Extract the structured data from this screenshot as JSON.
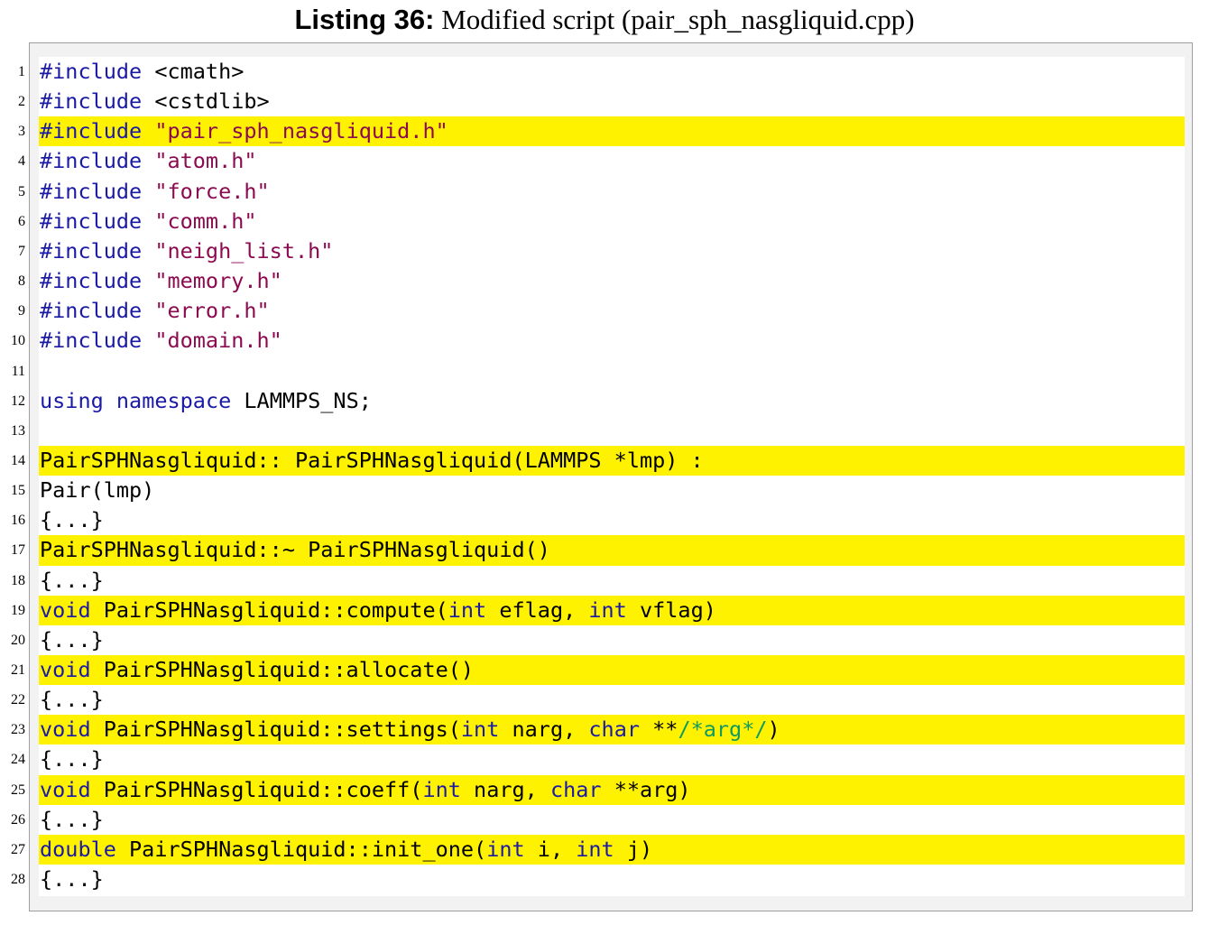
{
  "caption": {
    "label": "Listing 36:",
    "text": "Modified script (pair_sph_nasgliquid.cpp)"
  },
  "colors": {
    "highlight": "#fff200",
    "keyword": "#1a1aa6",
    "string": "#8b0a50",
    "comment": "#119962",
    "frame_background": "#f2f2f2"
  },
  "code_lines": [
    {
      "n": "1",
      "hl": false,
      "tokens": [
        {
          "t": "kw",
          "v": "#include"
        },
        {
          "t": "p",
          "v": " <cmath>"
        }
      ]
    },
    {
      "n": "2",
      "hl": false,
      "tokens": [
        {
          "t": "kw",
          "v": "#include"
        },
        {
          "t": "p",
          "v": " <cstdlib>"
        }
      ]
    },
    {
      "n": "3",
      "hl": true,
      "tokens": [
        {
          "t": "kw",
          "v": "#include"
        },
        {
          "t": "p",
          "v": " "
        },
        {
          "t": "str",
          "v": "\"pair_sph_nasgliquid.h\""
        }
      ]
    },
    {
      "n": "4",
      "hl": false,
      "tokens": [
        {
          "t": "kw",
          "v": "#include"
        },
        {
          "t": "p",
          "v": " "
        },
        {
          "t": "str",
          "v": "\"atom.h\""
        }
      ]
    },
    {
      "n": "5",
      "hl": false,
      "tokens": [
        {
          "t": "kw",
          "v": "#include"
        },
        {
          "t": "p",
          "v": " "
        },
        {
          "t": "str",
          "v": "\"force.h\""
        }
      ]
    },
    {
      "n": "6",
      "hl": false,
      "tokens": [
        {
          "t": "kw",
          "v": "#include"
        },
        {
          "t": "p",
          "v": " "
        },
        {
          "t": "str",
          "v": "\"comm.h\""
        }
      ]
    },
    {
      "n": "7",
      "hl": false,
      "tokens": [
        {
          "t": "kw",
          "v": "#include"
        },
        {
          "t": "p",
          "v": " "
        },
        {
          "t": "str",
          "v": "\"neigh_list.h\""
        }
      ]
    },
    {
      "n": "8",
      "hl": false,
      "tokens": [
        {
          "t": "kw",
          "v": "#include"
        },
        {
          "t": "p",
          "v": " "
        },
        {
          "t": "str",
          "v": "\"memory.h\""
        }
      ]
    },
    {
      "n": "9",
      "hl": false,
      "tokens": [
        {
          "t": "kw",
          "v": "#include"
        },
        {
          "t": "p",
          "v": " "
        },
        {
          "t": "str",
          "v": "\"error.h\""
        }
      ]
    },
    {
      "n": "10",
      "hl": false,
      "tokens": [
        {
          "t": "kw",
          "v": "#include"
        },
        {
          "t": "p",
          "v": " "
        },
        {
          "t": "str",
          "v": "\"domain.h\""
        }
      ]
    },
    {
      "n": "11",
      "hl": false,
      "tokens": []
    },
    {
      "n": "12",
      "hl": false,
      "tokens": [
        {
          "t": "kw",
          "v": "using"
        },
        {
          "t": "p",
          "v": " "
        },
        {
          "t": "kw",
          "v": "namespace"
        },
        {
          "t": "p",
          "v": " LAMMPS_NS;"
        }
      ]
    },
    {
      "n": "13",
      "hl": false,
      "tokens": []
    },
    {
      "n": "14",
      "hl": true,
      "tokens": [
        {
          "t": "p",
          "v": "PairSPHNasgliquid:: PairSPHNasgliquid(LAMMPS *lmp) :"
        }
      ]
    },
    {
      "n": "15",
      "hl": false,
      "tokens": [
        {
          "t": "p",
          "v": "Pair(lmp)"
        }
      ]
    },
    {
      "n": "16",
      "hl": false,
      "tokens": [
        {
          "t": "p",
          "v": "{...}"
        }
      ]
    },
    {
      "n": "17",
      "hl": true,
      "tokens": [
        {
          "t": "p",
          "v": "PairSPHNasgliquid::∼ PairSPHNasgliquid()"
        }
      ]
    },
    {
      "n": "18",
      "hl": false,
      "tokens": [
        {
          "t": "p",
          "v": "{...}"
        }
      ]
    },
    {
      "n": "19",
      "hl": true,
      "tokens": [
        {
          "t": "kw",
          "v": "void"
        },
        {
          "t": "p",
          "v": " PairSPHNasgliquid::compute("
        },
        {
          "t": "kw",
          "v": "int"
        },
        {
          "t": "p",
          "v": " eflag, "
        },
        {
          "t": "kw",
          "v": "int"
        },
        {
          "t": "p",
          "v": " vflag)"
        }
      ]
    },
    {
      "n": "20",
      "hl": false,
      "tokens": [
        {
          "t": "p",
          "v": "{...}"
        }
      ]
    },
    {
      "n": "21",
      "hl": true,
      "tokens": [
        {
          "t": "kw",
          "v": "void"
        },
        {
          "t": "p",
          "v": " PairSPHNasgliquid::allocate()"
        }
      ]
    },
    {
      "n": "22",
      "hl": false,
      "tokens": [
        {
          "t": "p",
          "v": "{...}"
        }
      ]
    },
    {
      "n": "23",
      "hl": true,
      "tokens": [
        {
          "t": "kw",
          "v": "void"
        },
        {
          "t": "p",
          "v": " PairSPHNasgliquid::settings("
        },
        {
          "t": "kw",
          "v": "int"
        },
        {
          "t": "p",
          "v": " narg, "
        },
        {
          "t": "kw",
          "v": "char"
        },
        {
          "t": "p",
          "v": " **"
        },
        {
          "t": "cm",
          "v": "/*arg*/"
        },
        {
          "t": "p",
          "v": ")"
        }
      ]
    },
    {
      "n": "24",
      "hl": false,
      "tokens": [
        {
          "t": "p",
          "v": "{...}"
        }
      ]
    },
    {
      "n": "25",
      "hl": true,
      "tokens": [
        {
          "t": "kw",
          "v": "void"
        },
        {
          "t": "p",
          "v": " PairSPHNasgliquid::coeff("
        },
        {
          "t": "kw",
          "v": "int"
        },
        {
          "t": "p",
          "v": " narg, "
        },
        {
          "t": "kw",
          "v": "char"
        },
        {
          "t": "p",
          "v": " **arg)"
        }
      ]
    },
    {
      "n": "26",
      "hl": false,
      "tokens": [
        {
          "t": "p",
          "v": "{...}"
        }
      ]
    },
    {
      "n": "27",
      "hl": true,
      "tokens": [
        {
          "t": "kw",
          "v": "double"
        },
        {
          "t": "p",
          "v": " PairSPHNasgliquid::init_one("
        },
        {
          "t": "kw",
          "v": "int"
        },
        {
          "t": "p",
          "v": " i, "
        },
        {
          "t": "kw",
          "v": "int"
        },
        {
          "t": "p",
          "v": " j)"
        }
      ]
    },
    {
      "n": "28",
      "hl": false,
      "tokens": [
        {
          "t": "p",
          "v": "{...}"
        }
      ]
    }
  ]
}
